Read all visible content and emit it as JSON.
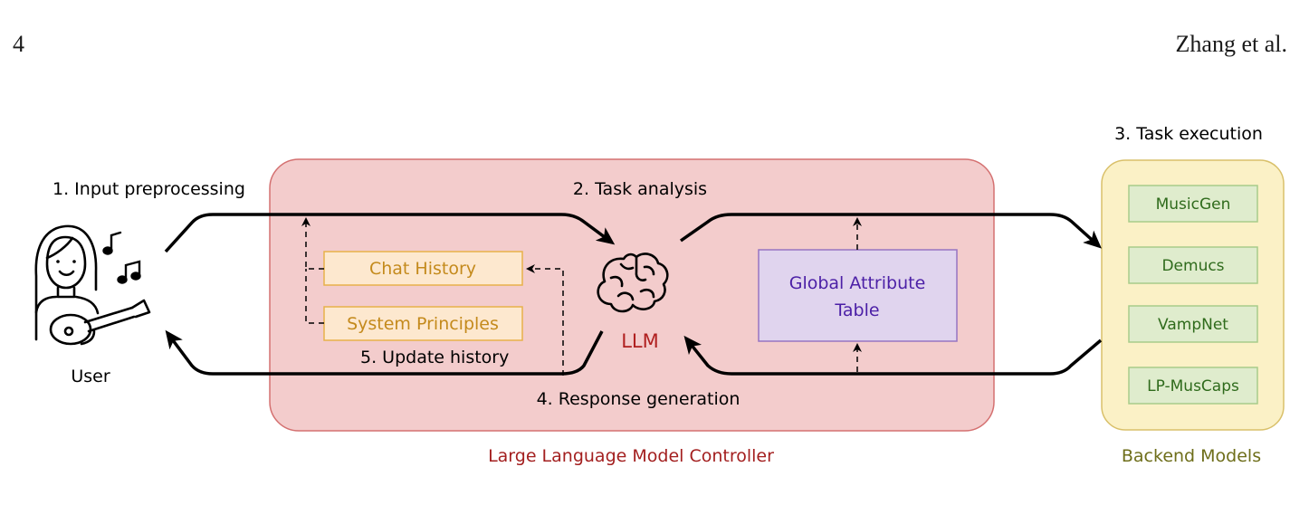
{
  "header": {
    "page_number": "4",
    "running_head": "Zhang et al."
  },
  "diagram": {
    "user_label": "User",
    "steps": {
      "input_preprocessing": "1. Input preprocessing",
      "task_analysis": "2. Task analysis",
      "task_execution": "3. Task execution",
      "response_generation": "4. Response generation",
      "update_history": "5. Update history"
    },
    "controller": {
      "caption": "Large Language Model Controller",
      "llm_label": "LLM",
      "chat_history": "Chat History",
      "system_principles": "System Principles",
      "global_attribute_table": [
        "Global Attribute",
        "Table"
      ]
    },
    "backend": {
      "caption": "Backend Models",
      "models": [
        "MusicGen",
        "Demucs",
        "VampNet",
        "LP-MusCaps"
      ]
    },
    "colors": {
      "controller_fill": "#f3cccc",
      "controller_stroke": "#d47070",
      "controller_caption": "#a31f1f",
      "llm_label": "#b02020",
      "memory_fill": "#fde8cf",
      "memory_stroke": "#e8b14a",
      "memory_text": "#c48a1c",
      "table_fill": "#e0d4ee",
      "table_stroke": "#9775c2",
      "table_text": "#4b1fa6",
      "backend_fill": "#fbf1c6",
      "backend_stroke": "#d9c06a",
      "backend_caption": "#6e6e1a",
      "model_fill": "#dfeccd",
      "model_stroke": "#a8cc8a",
      "model_text": "#2f6b1c"
    }
  }
}
